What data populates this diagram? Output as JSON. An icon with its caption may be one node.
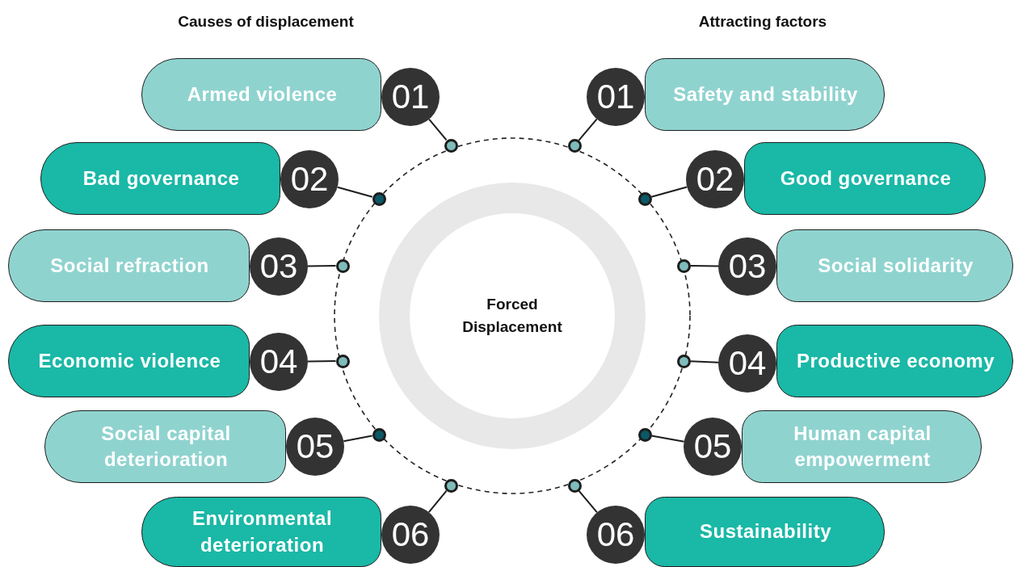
{
  "diagram": {
    "nodes": [
      {
        "text": [
          "Armed violence"
        ]
      },
      {
        "text": [
          "01"
        ]
      },
      {
        "text": [
          "Bad governance"
        ]
      },
      {
        "text": [
          "02"
        ]
      },
      {
        "text": [
          "Social refraction"
        ]
      },
      {
        "text": [
          "03"
        ]
      },
      {
        "text": [
          "Economic violence"
        ]
      },
      {
        "text": [
          "04"
        ]
      },
      {
        "text": [
          "Social capital deterioration"
        ]
      },
      {
        "text": [
          "05"
        ]
      },
      {
        "text": [
          "Environmental deterioration"
        ]
      },
      {
        "text": [
          "06"
        ]
      },
      {
        "text": [
          "Safety and stability"
        ]
      },
      {
        "text": [
          "01"
        ]
      },
      {
        "text": [
          "Good governance"
        ]
      },
      {
        "text": [
          "02"
        ]
      },
      {
        "text": [
          "Social solidarity"
        ]
      },
      {
        "text": [
          "03"
        ]
      },
      {
        "text": [
          "Productive economy"
        ]
      },
      {
        "text": [
          "04"
        ]
      },
      {
        "text": [
          "Human capital empowerment"
        ]
      },
      {
        "text": [
          "05"
        ]
      },
      {
        "text": [
          "Sustainability"
        ]
      },
      {
        "text": [
          "06"
        ]
      },
      {
        "text": [],
        "shape": "circle"
      },
      {
        "text": [],
        "shape": "circle"
      },
      {
        "text": [],
        "shape": "circle"
      },
      {
        "text": [],
        "shape": "circle"
      },
      {
        "text": [],
        "shape": "circle"
      },
      {
        "text": [],
        "shape": "circle"
      },
      {
        "text": [],
        "shape": "circle"
      },
      {
        "text": [],
        "shape": "circle"
      },
      {
        "text": [],
        "shape": "circle"
      },
      {
        "text": [],
        "shape": "circle"
      },
      {
        "text": [],
        "shape": "circle"
      },
      {
        "text": [],
        "shape": "circle"
      },
      {
        "text": [
          "Forced Displacement"
        ]
      }
    ],
    "edges": [
      {
        "from": 1,
        "to": 24,
        "arrow": "none"
      },
      {
        "from": 3,
        "to": 25,
        "arrow": "none"
      },
      {
        "from": 5,
        "to": 26,
        "arrow": "none"
      },
      {
        "from": 7,
        "to": 27,
        "arrow": "none"
      },
      {
        "from": 9,
        "to": 28,
        "arrow": "none"
      },
      {
        "from": 11,
        "to": 29,
        "arrow": "none"
      },
      {
        "from": 13,
        "to": 30,
        "arrow": "none"
      },
      {
        "from": 15,
        "to": 31,
        "arrow": "none"
      },
      {
        "from": 17,
        "to": 32,
        "arrow": "none"
      },
      {
        "from": 19,
        "to": 33,
        "arrow": "none"
      },
      {
        "from": 21,
        "to": 34,
        "arrow": "none"
      },
      {
        "from": 23,
        "to": 35,
        "arrow": "none"
      }
    ],
    "labels": [
      "Causes of displacement",
      "Attracting factors"
    ]
  }
}
